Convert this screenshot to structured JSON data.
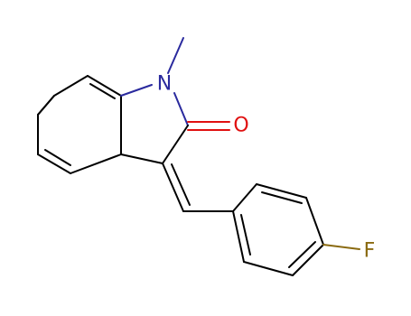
{
  "structure": {
    "atoms": {
      "nitrogen": {
        "symbol": "N",
        "color": "#2a2a9e"
      },
      "oxygen": {
        "symbol": "O",
        "color": "#e01010"
      },
      "fluorine": {
        "symbol": "F",
        "color": "#8a6a10"
      }
    },
    "bond_color": "#000000"
  }
}
